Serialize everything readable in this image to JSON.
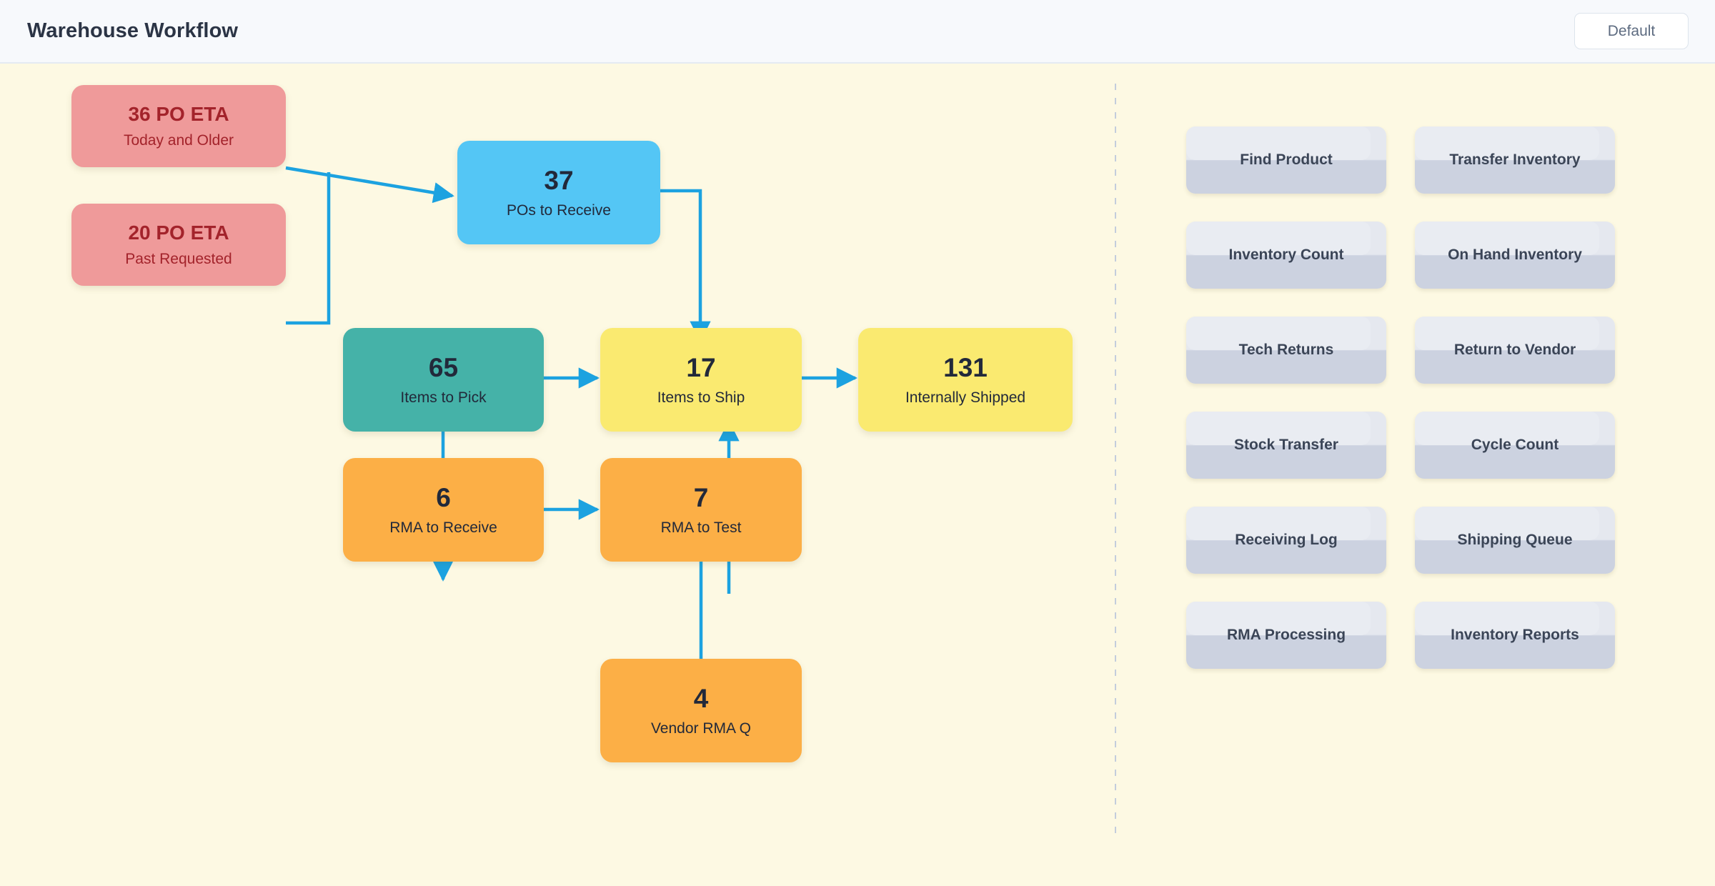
{
  "header": {
    "title": "Warehouse Workflow",
    "view_button_label": "Default"
  },
  "colors": {
    "background": "#fdf9e3",
    "header_background": "#f7f9fc",
    "edge": "#1ca2e0",
    "alert": "#ef9a9a",
    "alert_text": "#a3232b",
    "blue": "#54c6f5",
    "teal": "#45b2a8",
    "yellow": "#faea70",
    "orange": "#fcaf46",
    "button_face": "#e5e8ef",
    "divider": "#c3cddc"
  },
  "flow": {
    "nodes": [
      {
        "id": "po-eta-today",
        "value": "36 PO ETA",
        "label": "Today and Older",
        "color": "#ef9a9a",
        "kind": "alert"
      },
      {
        "id": "po-eta-past",
        "value": "20 PO ETA",
        "label": "Past Requested",
        "color": "#ef9a9a",
        "kind": "alert"
      },
      {
        "id": "pos-to-receive",
        "value": "37",
        "label": "POs to Receive",
        "color": "#54c6f5",
        "kind": "metric"
      },
      {
        "id": "items-to-pick",
        "value": "65",
        "label": "Items to Pick",
        "color": "#45b2a8",
        "kind": "metric"
      },
      {
        "id": "items-to-ship",
        "value": "17",
        "label": "Items to Ship",
        "color": "#faea70",
        "kind": "metric"
      },
      {
        "id": "internally-shipped",
        "value": "131",
        "label": "Internally Shipped",
        "color": "#faea70",
        "kind": "metric"
      },
      {
        "id": "rma-to-receive",
        "value": "6",
        "label": "RMA to Receive",
        "color": "#fcaf46",
        "kind": "metric"
      },
      {
        "id": "rma-to-test",
        "value": "7",
        "label": "RMA to Test",
        "color": "#fcaf46",
        "kind": "metric"
      },
      {
        "id": "vendor-rma-q",
        "value": "4",
        "label": "Vendor RMA Q",
        "color": "#fcaf46",
        "kind": "metric"
      }
    ],
    "edges": [
      {
        "from": "po-eta-today",
        "to": "pos-to-receive"
      },
      {
        "from": "po-eta-past",
        "to": "pos-to-receive"
      },
      {
        "from": "pos-to-receive",
        "to": "items-to-ship"
      },
      {
        "from": "items-to-pick",
        "to": "items-to-ship"
      },
      {
        "from": "items-to-ship",
        "to": "internally-shipped"
      },
      {
        "from": "items-to-pick",
        "to": "rma-to-receive"
      },
      {
        "from": "rma-to-receive",
        "to": "rma-to-test"
      },
      {
        "from": "rma-to-test",
        "to": "items-to-ship"
      },
      {
        "from": "rma-to-test",
        "to": "vendor-rma-q"
      }
    ]
  },
  "actions": {
    "buttons": [
      {
        "label": "Find Product"
      },
      {
        "label": "Transfer Inventory"
      },
      {
        "label": "Inventory Count"
      },
      {
        "label": "On Hand Inventory"
      },
      {
        "label": "Tech Returns"
      },
      {
        "label": "Return to Vendor"
      },
      {
        "label": "Stock Transfer"
      },
      {
        "label": "Cycle Count"
      },
      {
        "label": "Receiving Log"
      },
      {
        "label": "Shipping Queue"
      },
      {
        "label": "RMA Processing"
      },
      {
        "label": "Inventory Reports"
      }
    ]
  }
}
